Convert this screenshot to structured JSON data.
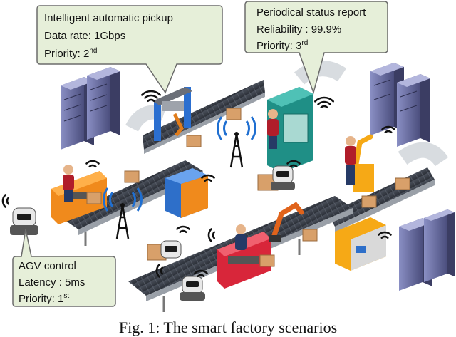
{
  "callouts": {
    "pickup": {
      "title": "Intelligent automatic pickup",
      "line2": "Data rate: 1Gbps",
      "line3_prefix": "Priority: 2",
      "line3_sup": "nd"
    },
    "status": {
      "title": "Periodical status report",
      "line2": "Reliability : 99.9%",
      "line3_prefix": "Priority: 3",
      "line3_sup": "rd"
    },
    "agv": {
      "title": "AGV control",
      "line2": "Latency : 5ms",
      "line3_prefix": "Priority: 1",
      "line3_sup": "st"
    }
  },
  "caption": "Fig. 1: The smart factory scenarios",
  "colors": {
    "callout_fill": "#e6efd9",
    "callout_stroke": "#6b6b6b",
    "conveyor": "#3a3f48",
    "server": "#5c5f8f",
    "wifi": "#111111",
    "antenna_blue": "#1f6fd1"
  },
  "icons": [
    "wifi-signal-icon",
    "server-rack-icon",
    "robot-icon",
    "antenna-tower-icon",
    "box-icon",
    "worker-icon",
    "robotic-arm-icon"
  ]
}
